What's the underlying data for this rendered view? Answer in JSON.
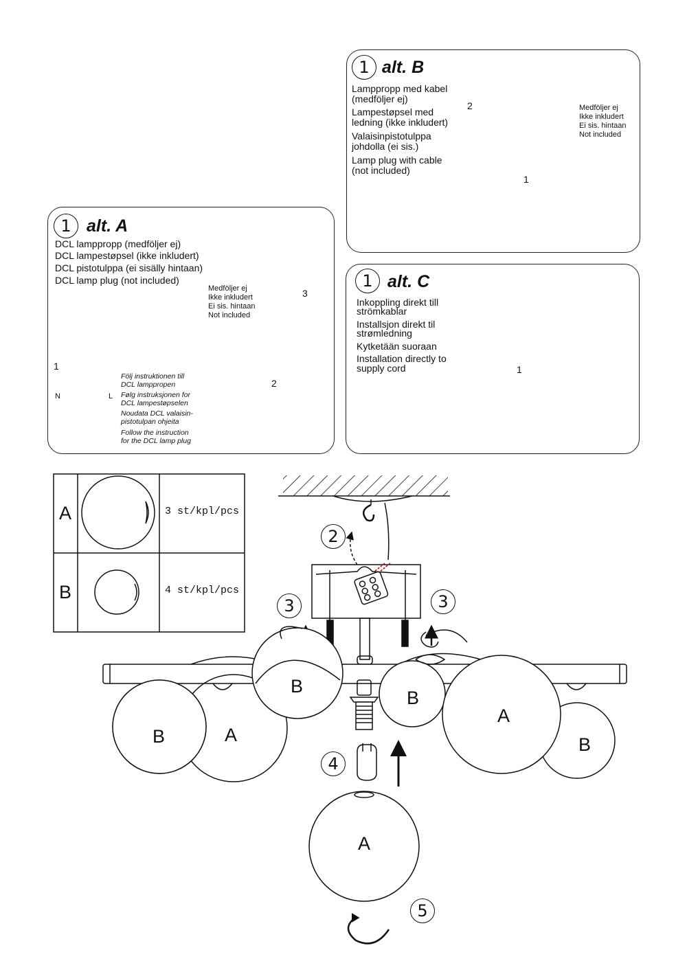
{
  "altB": {
    "step": "1",
    "title": "alt. B",
    "lines": [
      "Lamppropp med kabel",
      "(medföljer ej)",
      "Lampestøpsel med",
      "ledning (ikke inkludert)",
      "Valaisinpistotulppa",
      "johdolla (ei sis.)",
      "Lamp plug with cable",
      "(not included)"
    ],
    "note": [
      "Medföljer ej",
      "Ikke inkludert",
      "Ei sis. hintaan",
      "Not included"
    ],
    "num1": "1",
    "num2": "2"
  },
  "altA": {
    "step": "1",
    "title": "alt. A",
    "lines": [
      "DCL lamppropp (medföljer ej)",
      "DCL lampestøpsel (ikke inkludert)",
      "DCL pistotulppa (ei sisälly hintaan)",
      "DCL lamp plug (not included)"
    ],
    "note": [
      "Medföljer ej",
      "Ikke inkludert",
      "Ei sis. hintaan",
      "Not included"
    ],
    "num1": "1",
    "num2": "2",
    "num3": "3",
    "N": "N",
    "L": "L",
    "follow": [
      "Följ instruktionen till",
      "DCL lamppropen",
      "Følg instruksjonen for",
      "DCL lampestøpselen",
      "Noudata DCL valaisin-",
      "pistotulpan ohjeita",
      "Follow the instruction",
      "for the DCL lamp plug"
    ]
  },
  "altC": {
    "step": "1",
    "title": "alt. C",
    "lines": [
      "Inkoppling direkt till",
      "strömkablar",
      "Installsjon direkt til",
      "strømledning",
      "Kytketään suoraan",
      "Installation directly to",
      "supply cord"
    ],
    "num1": "1"
  },
  "parts": {
    "rows": [
      {
        "key": "A",
        "qty": "3 st/kpl/pcs"
      },
      {
        "key": "B",
        "qty": "4 st/kpl/pcs"
      }
    ]
  },
  "assembly": {
    "step2": "2",
    "step3": "3",
    "step4": "4",
    "step5": "5",
    "globe_labels": [
      "B",
      "A",
      "B",
      "B",
      "A",
      "B",
      "A"
    ]
  }
}
